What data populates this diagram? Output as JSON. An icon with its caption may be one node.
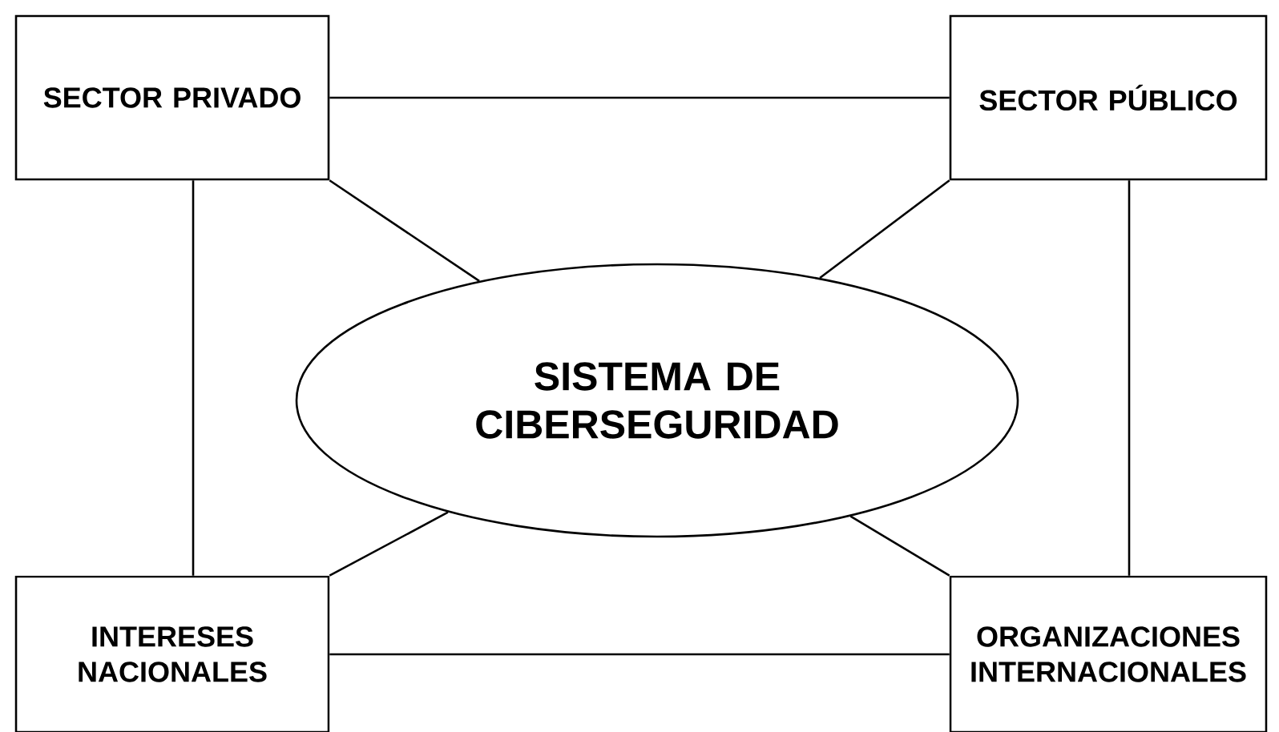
{
  "diagram": {
    "nodes": [
      {
        "text": [
          "SECTOR PRIVADO"
        ]
      },
      {
        "text": [
          "SECTOR PÚBLICO"
        ]
      },
      {
        "text": [
          "SISTEMA DE CIBERSEGURIDAD"
        ]
      },
      {
        "text": [
          "INTERESES NACIONALES"
        ]
      },
      {
        "text": [
          "ORGANIZACIONES INTERNACIONALES"
        ]
      }
    ],
    "edges": [
      {
        "from": 0,
        "to": 1,
        "arrow": "none"
      },
      {
        "from": 0,
        "to": 2,
        "arrow": "none"
      },
      {
        "from": 1,
        "to": 2,
        "arrow": "none"
      },
      {
        "from": 0,
        "to": 3,
        "arrow": "none"
      },
      {
        "from": 1,
        "to": 4,
        "arrow": "none"
      },
      {
        "from": 3,
        "to": 2,
        "arrow": "none"
      },
      {
        "from": 4,
        "to": 2,
        "arrow": "none"
      },
      {
        "from": 3,
        "to": 4,
        "arrow": "none"
      }
    ]
  }
}
